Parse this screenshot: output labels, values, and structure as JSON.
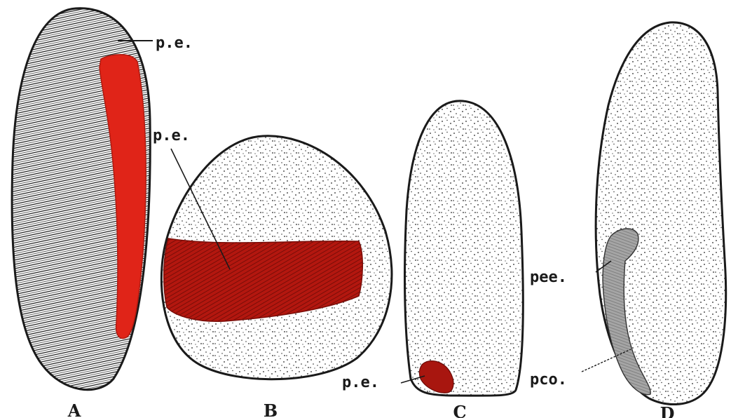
{
  "figure": {
    "labels": {
      "A": "A",
      "B": "B",
      "C": "C",
      "D": "D"
    },
    "annotations": {
      "a_pe": "p.e.",
      "b_pe": "p.e.",
      "c_pe": "p.e.",
      "d_pee": "pee.",
      "d_pco": "pco."
    },
    "colors": {
      "outline": "#1a1a1a",
      "highlight_red": "#e02418",
      "highlight_dark_red": "#a8160f",
      "shade_grey": "#9a9a9a",
      "paper": "#ffffff"
    }
  }
}
